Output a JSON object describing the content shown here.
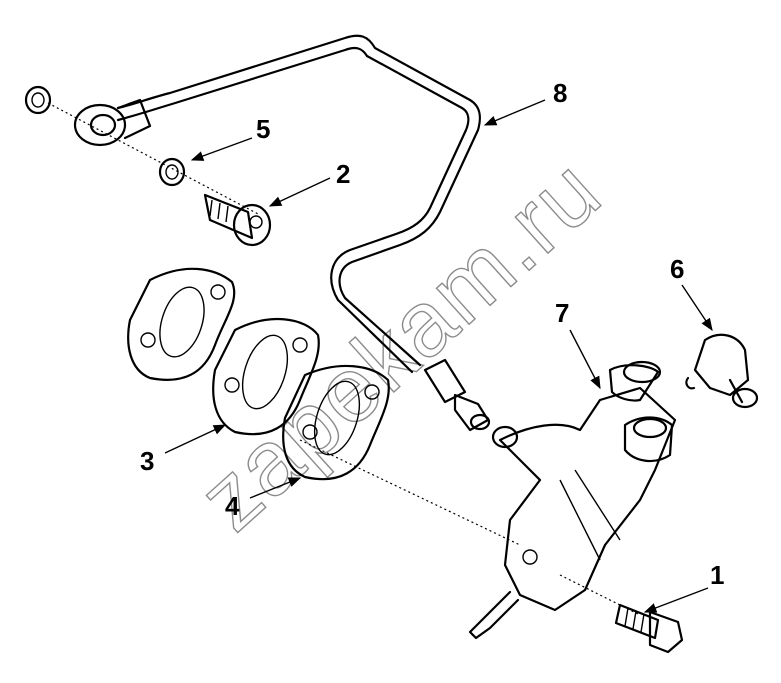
{
  "diagram": {
    "parts": [
      {
        "id": "part-1",
        "label": "1"
      },
      {
        "id": "part-2",
        "label": "2"
      },
      {
        "id": "part-3",
        "label": "3"
      },
      {
        "id": "part-4",
        "label": "4"
      },
      {
        "id": "part-5",
        "label": "5"
      },
      {
        "id": "part-6",
        "label": "6"
      },
      {
        "id": "part-7",
        "label": "7"
      },
      {
        "id": "part-8",
        "label": "8"
      }
    ],
    "watermark": "zapekam.ru"
  }
}
